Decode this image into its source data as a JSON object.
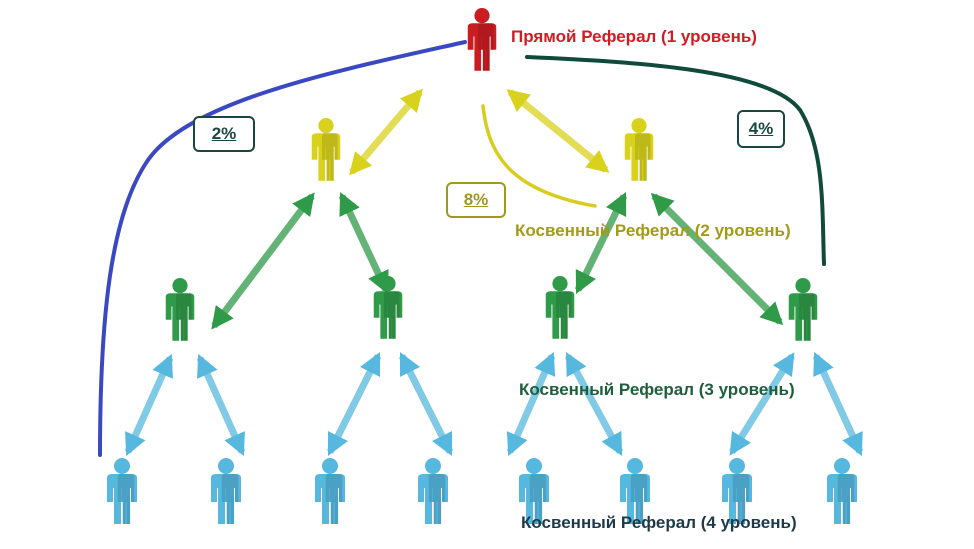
{
  "colors": {
    "level1": "#c91d22",
    "level2": "#d9d21c",
    "level3": "#2f9a48",
    "level4": "#56b8de",
    "line_blue": "#3a48c2",
    "line_dark_green": "#0f4a3a",
    "line_yellow": "#d8cc1e",
    "label_level1": "#d21c23",
    "label_level2": "#a39a1a",
    "label_level3": "#1f5e3c",
    "label_level4": "#1e3a4a",
    "pct_2": "#1c4640",
    "pct_8": "#a09a1c",
    "pct_4": "#1c4640"
  },
  "levels": [
    {
      "label": "Прямой Реферал (1 уровень)"
    },
    {
      "label": "Косвенный Реферал (2 уровень)"
    },
    {
      "label": "Косвенный Реферал (3 уровень)"
    },
    {
      "label": "Косвенный Реферал (4 уровень)"
    }
  ],
  "percentages": {
    "left": "2%",
    "middle": "8%",
    "right": "4%"
  },
  "icons": [
    "person-icon",
    "arrow-icon"
  ]
}
